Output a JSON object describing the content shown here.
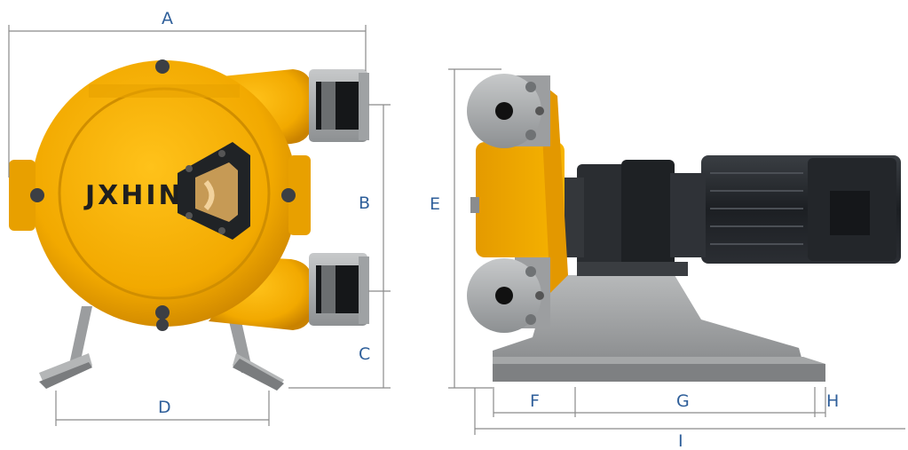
{
  "brand": {
    "text": "JXHIN"
  },
  "dimensions": {
    "A": "A",
    "B": "B",
    "C": "C",
    "D": "D",
    "E": "E",
    "F": "F",
    "G": "G",
    "H": "H",
    "I": "I"
  },
  "colors": {
    "housing": "#f2a900",
    "housing_shade": "#d98f00",
    "label": "#2f5f9a",
    "steel": "#a9abac",
    "motor": "#1f2226"
  }
}
